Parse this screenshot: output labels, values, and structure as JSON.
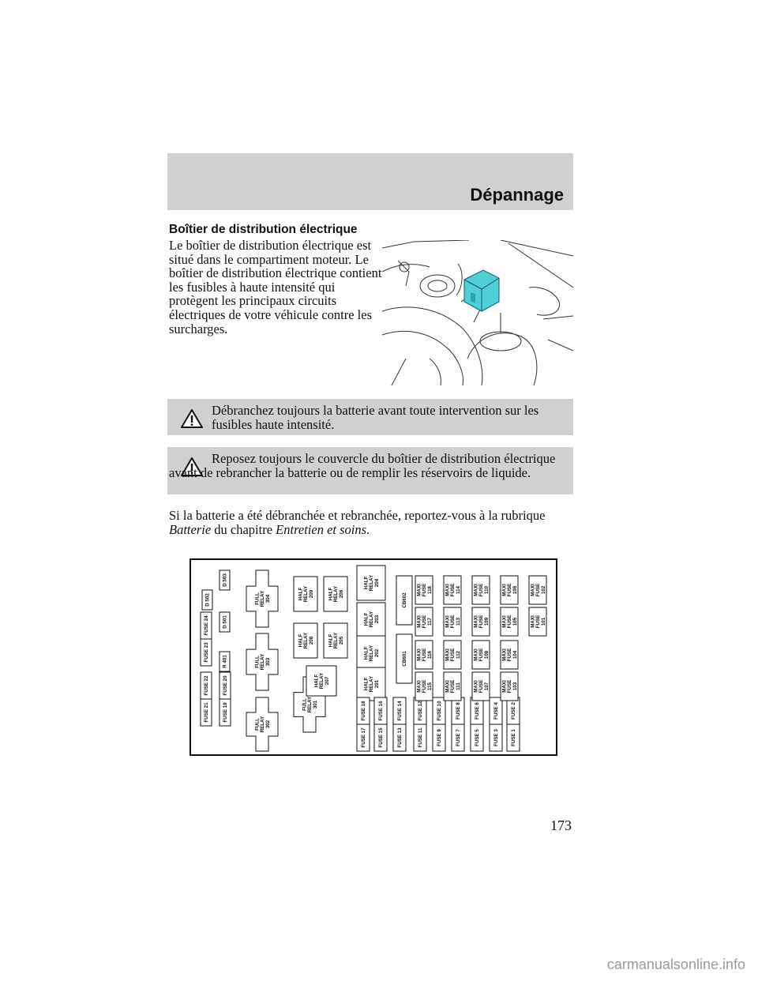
{
  "header": {
    "section": "Dépannage"
  },
  "title": "Boîtier de distribution électrique",
  "intro": "Le boîtier de distribution électrique est situé dans le compartiment moteur. Le boîtier de distribution électrique contient les fusibles à haute intensité qui protègent les principaux circuits électriques de votre véhicule contre les surcharges.",
  "warnings": [
    "Débranchez toujours la batterie avant toute intervention sur les fusibles haute intensité.",
    "Reposez toujours le couvercle du boîtier de distribution électrique avant de rebrancher la batterie ou de remplir les réservoirs de liquide."
  ],
  "paragraph": {
    "pre": "Si la batterie a été débranchée et rebranchée, reportez-vous à la rubrique",
    "ref1": "Batterie",
    "mid": " du chapitre ",
    "ref2": "Entretien et soins",
    "end": "."
  },
  "fuse_box": {
    "diodes": [
      "D 501",
      "D 502",
      "D 503"
    ],
    "resistor": "R 401",
    "full_relays": [
      "FULL RELAY 301",
      "FULL RELAY 302",
      "FULL RELAY 303",
      "FULL RELAY 304"
    ],
    "half_relays": [
      "HALF RELAY 201",
      "HALF RELAY 202",
      "HALF RELAY 203",
      "HALF RELAY 204",
      "HALF RELAY 205",
      "HALF RELAY 206",
      "HALF RELAY 207",
      "HALF RELAY 208",
      "HALF RELAY 209"
    ],
    "circuit_breakers": [
      "CB601",
      "CB602"
    ],
    "fuses": [
      "FUSE 1",
      "FUSE 2",
      "FUSE 3",
      "FUSE 4",
      "FUSE 5",
      "FUSE 6",
      "FUSE 7",
      "FUSE 8",
      "FUSE 9",
      "FUSE 10",
      "FUSE 11",
      "FUSE 12",
      "FUSE 13",
      "FUSE 14",
      "FUSE 15",
      "FUSE 16",
      "FUSE 17",
      "FUSE 18",
      "FUSE 19",
      "FUSE 20",
      "FUSE 21",
      "FUSE 22",
      "FUSE 23",
      "FUSE 24"
    ],
    "maxi_fuses": [
      "MAXI FUSE 101",
      "MAXI FUSE 102",
      "MAXI FUSE 103",
      "MAXI FUSE 104",
      "MAXI FUSE 105",
      "MAXI FUSE 106",
      "MAXI FUSE 107",
      "MAXI FUSE 108",
      "MAXI FUSE 109",
      "MAXI FUSE 110",
      "MAXI FUSE 111",
      "MAXI FUSE 112",
      "MAXI FUSE 113",
      "MAXI FUSE 114",
      "MAXI FUSE 115",
      "MAXI FUSE 116",
      "MAXI FUSE 117",
      "MAXI FUSE 118"
    ]
  },
  "page_number": "173",
  "watermark": "carmanualsonline.info",
  "colors": {
    "band": "#d0d0d0",
    "cover_teal": "#4fd0d8"
  }
}
